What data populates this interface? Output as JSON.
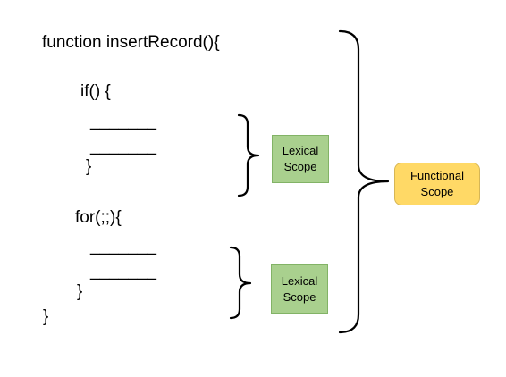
{
  "code": {
    "line_function": "function insertRecord(){",
    "line_if": "if() {",
    "if_blank_1": "_______",
    "if_blank_2": "_______",
    "if_close": "}",
    "line_for": "for(;;){",
    "for_blank_1": "_______",
    "for_blank_2": "_______",
    "for_close": "}",
    "function_close": "}"
  },
  "labels": {
    "lexical_scope_1": [
      "Lexical",
      "Scope"
    ],
    "lexical_scope_2": [
      "Lexical",
      "Scope"
    ],
    "functional_scope": [
      "Functional",
      "Scope"
    ]
  },
  "colors": {
    "lexical_fill": "#a9d08e",
    "lexical_border": "#82b366",
    "functional_fill": "#ffd966",
    "functional_border": "#d6b656",
    "brace_stroke": "#000000"
  }
}
